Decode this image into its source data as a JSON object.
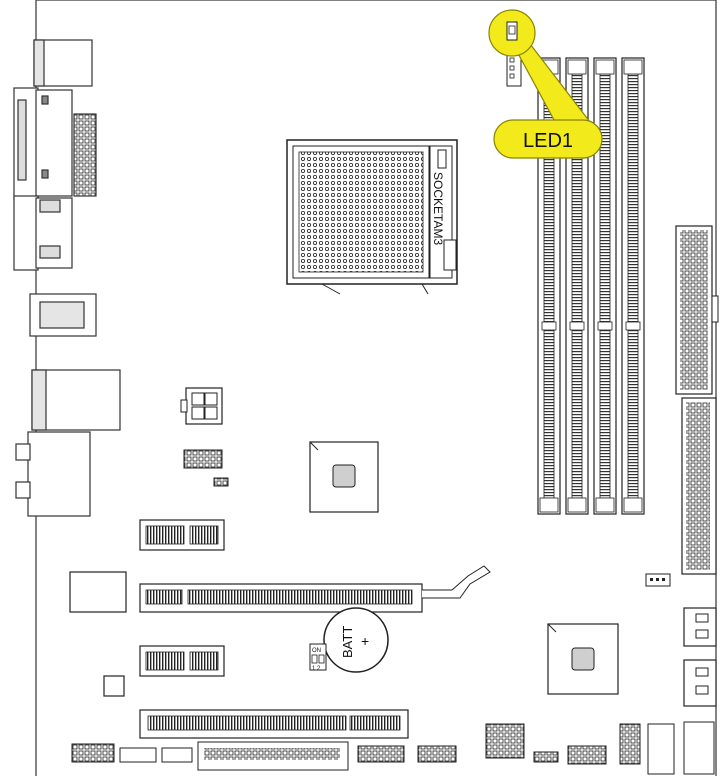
{
  "labels": {
    "socket": "SOCKETAM3",
    "battery": "BATT",
    "battery_sign": "+",
    "dip_on": "ON",
    "dip_numbers": "1 2",
    "led_callout": "LED1"
  },
  "colors": {
    "callout_fill": "#f2ea1a",
    "callout_stroke": "#8a8400",
    "line": "#222222",
    "gray_fill": "#cfcfcf",
    "light_fill": "#f2f2f2"
  }
}
